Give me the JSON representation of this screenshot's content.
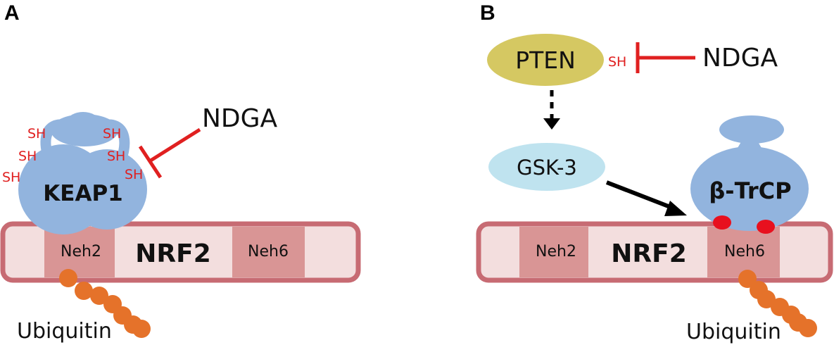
{
  "panel_a": {
    "letter": "A",
    "inhibitor": "NDGA",
    "keap1": "KEAP1",
    "sh_groups": [
      "SH",
      "SH",
      "SH",
      "SH",
      "SH",
      "SH"
    ],
    "nrf2": "NRF2",
    "domains": [
      "Neh2",
      "Neh6"
    ],
    "ubiquitin": "Ubiquitin"
  },
  "panel_b": {
    "letter": "B",
    "pten": "PTEN",
    "sh": "SH",
    "inhibitor": "NDGA",
    "gsk3": "GSK-3",
    "btrcp": "β-TrCP",
    "nrf2": "NRF2",
    "domains": [
      "Neh2",
      "Neh6"
    ],
    "ubiquitin": "Ubiquitin"
  },
  "colors": {
    "protein_blue": "#92b4de",
    "nrf2_outer": "#d99595",
    "nrf2_inner": "#f3dede",
    "nrf2_border": "#c76b73",
    "pten": "#d5c862",
    "gsk3": "#bfe3ef",
    "inhibitor_red": "#e02020",
    "ubiquitin_orange": "#e5722a",
    "phospho_red": "#e8101e"
  }
}
